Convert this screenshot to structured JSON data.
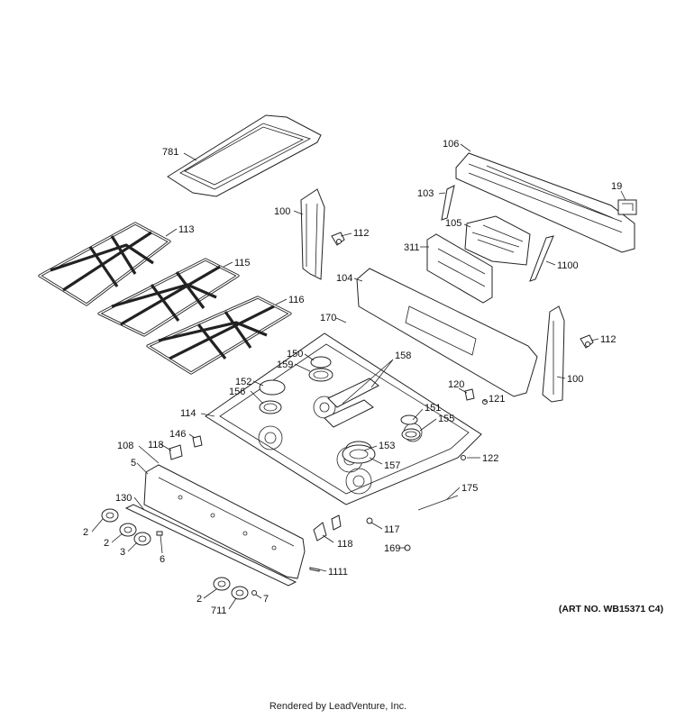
{
  "diagram": {
    "labels": {
      "l781": "781",
      "l106": "106",
      "l19": "19",
      "l103": "103",
      "l100a": "100",
      "l112a": "112",
      "l105": "105",
      "l311": "311",
      "l1100": "1100",
      "l113": "113",
      "l115": "115",
      "l104": "104",
      "l116": "116",
      "l170": "170",
      "l112b": "112",
      "l150": "150",
      "l158": "158",
      "l159": "159",
      "l100b": "100",
      "l152": "152",
      "l120": "120",
      "l156": "156",
      "l121": "121",
      "l151": "151",
      "l114": "114",
      "l155": "155",
      "l146": "146",
      "l118a": "118",
      "l108": "108",
      "l153": "153",
      "l122": "122",
      "l5": "5",
      "l157": "157",
      "l175": "175",
      "l130": "130",
      "l2a": "2",
      "l2b": "2",
      "l117": "117",
      "l3": "3",
      "l118b": "118",
      "l6": "6",
      "l169": "169",
      "l1111": "1111",
      "l2c": "2",
      "l7": "7",
      "l711": "711"
    },
    "art_no": "(ART NO. WB15371 C4)",
    "footer": "Rendered by LeadVenture, Inc."
  }
}
